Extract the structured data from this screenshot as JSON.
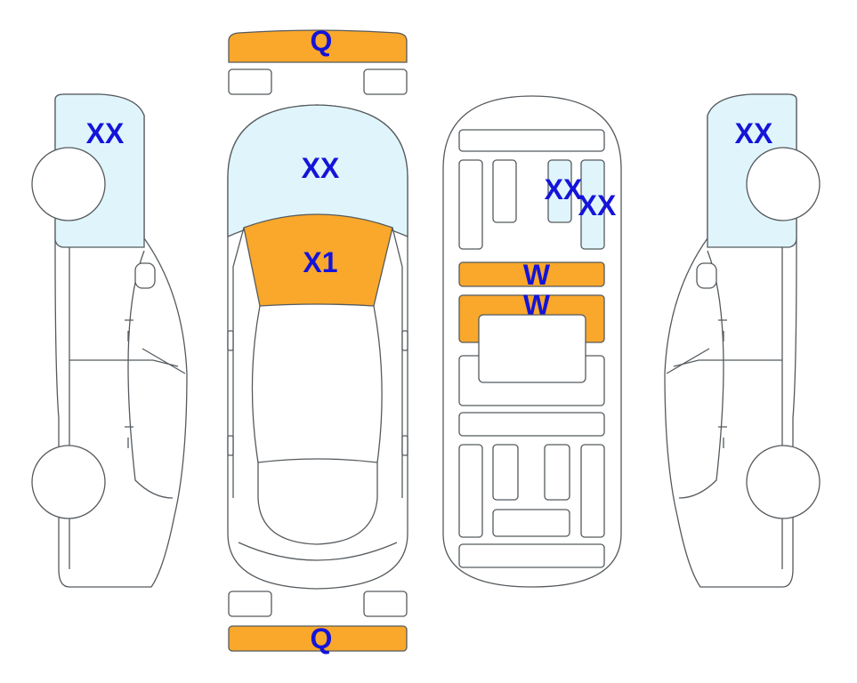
{
  "colors": {
    "outline": "#555a5e",
    "damage_orange": "#f9a82b",
    "glass_blue": "#dff5fb",
    "label_blue": "#1414d9"
  },
  "labels": {
    "front_bumper": "Q",
    "rear_bumper": "Q",
    "left_side_window": "XX",
    "windshield": "XX",
    "hood": "X1",
    "right_side_window": "XX",
    "interior_part_a": "XX",
    "interior_part_b": "XX",
    "interior_panel_upper": "W",
    "interior_panel_lower": "W"
  }
}
